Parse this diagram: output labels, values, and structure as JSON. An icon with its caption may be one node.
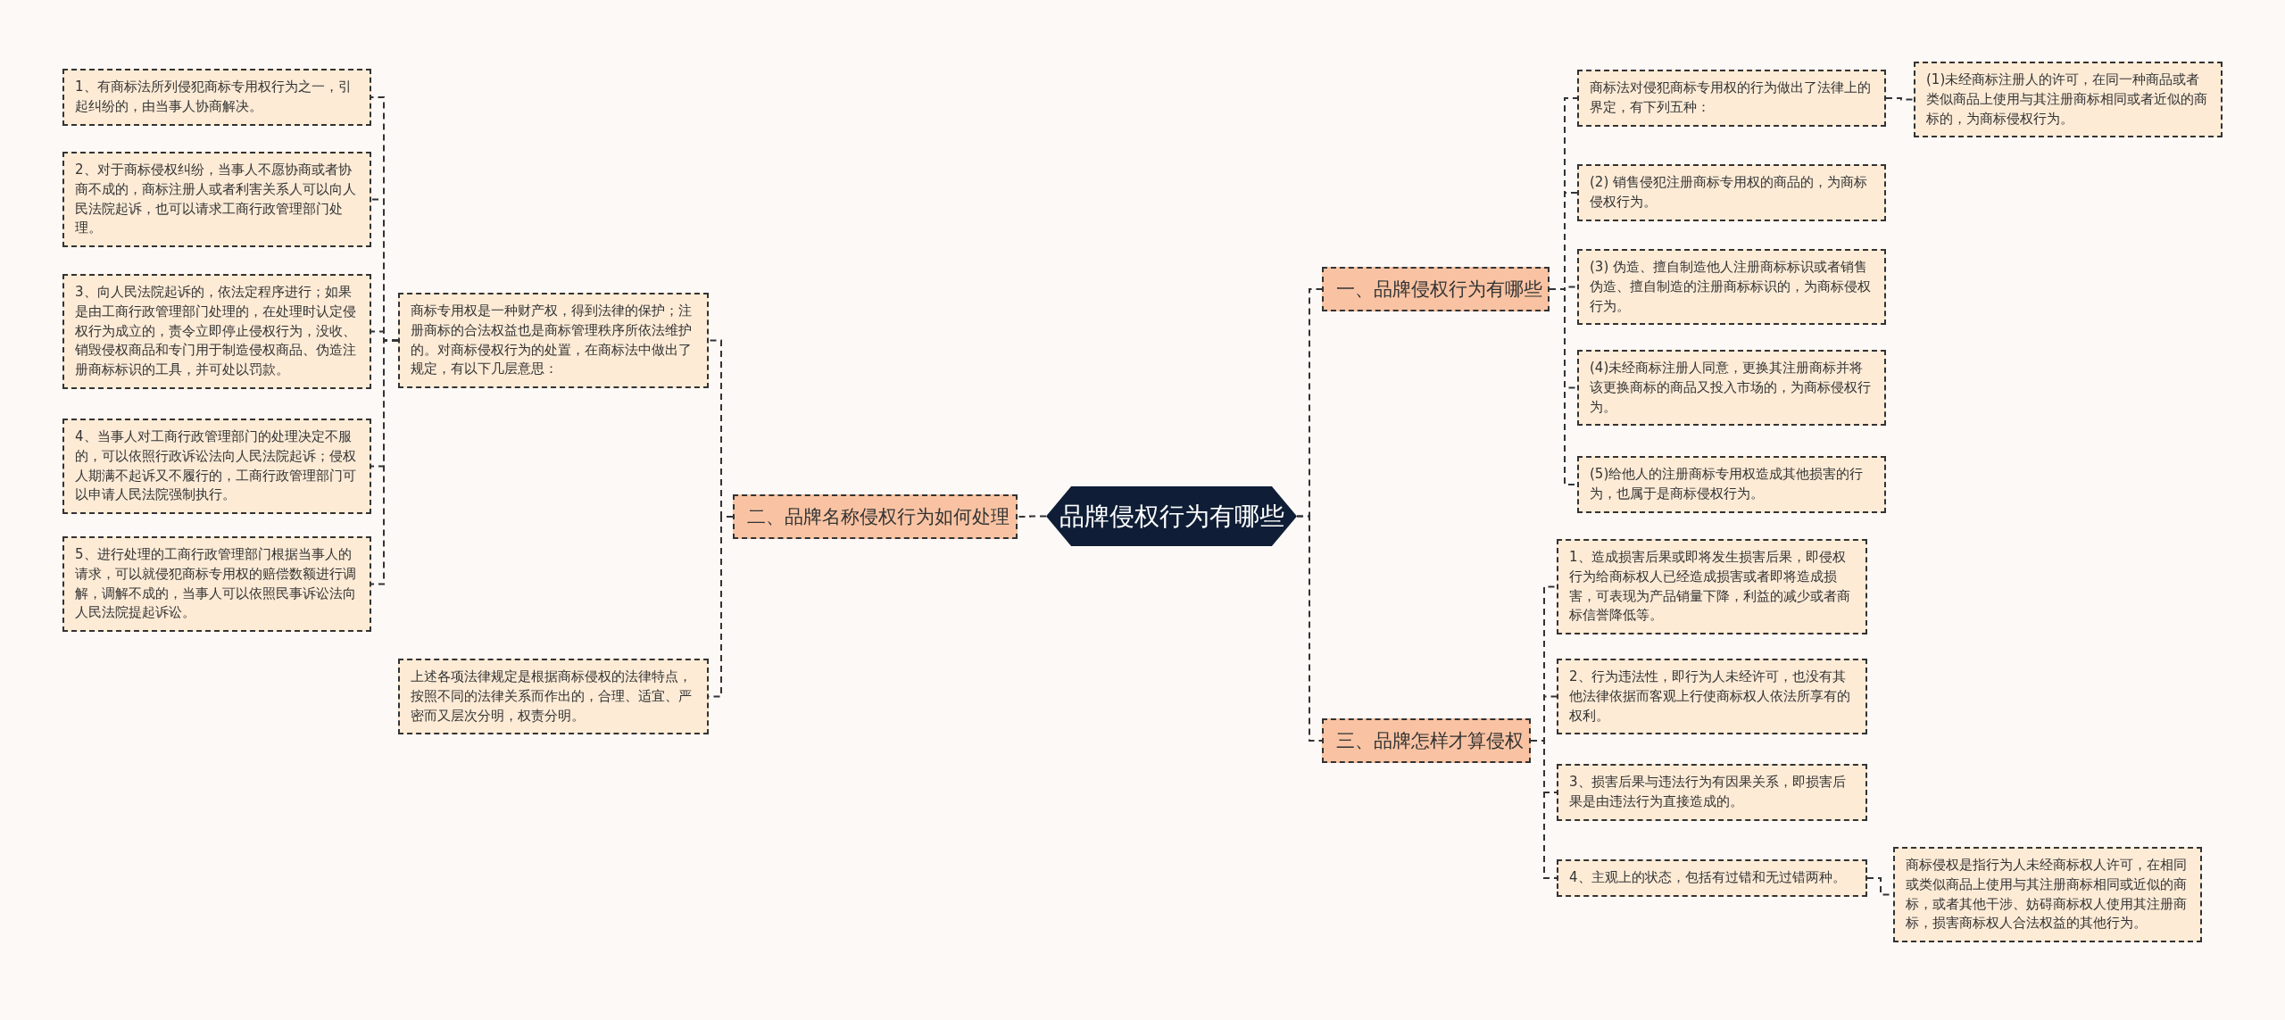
{
  "diagram": {
    "nodes": [
      {
        "text": [
          "品牌侵权行为有哪些"
        ]
      },
      {
        "text": [
          "一、品牌侵权行为有哪些"
        ]
      },
      {
        "text": [
          "商标法对侵犯商标专用权的行为做出了法律上的界定，有下列五种："
        ]
      },
      {
        "text": [
          "(1)未经商标注册人的许可，在同一种商品或者类似商品上使用与其注册商标相同或者近似的商标的，为商标侵权行为。"
        ]
      },
      {
        "text": [
          "(2) 销售侵犯注册商标专用权的商品的，为商标侵权行为。"
        ]
      },
      {
        "text": [
          "(3) 伪造、擅自制造他人注册商标标识或者销售伪造、擅自制造的注册商标标识的，为商标侵权行为。"
        ]
      },
      {
        "text": [
          "(4)未经商标注册人同意，更换其注册商标并将该更换商标的商品又投入市场的，为商标侵权行为。"
        ]
      },
      {
        "text": [
          "(5)给他人的注册商标专用权造成其他损害的行为，也属于是商标侵权行为。"
        ]
      },
      {
        "text": [
          "二、品牌名称侵权行为如何处理"
        ]
      },
      {
        "text": [
          "商标专用权是一种财产权，得到法律的保护；注册商标的合法权益也是商标管理秩序所依法维护的。对商标侵权行为的处置，在商标法中做出了规定，有以下几层意思："
        ]
      },
      {
        "text": [
          "1、有商标法所列侵犯商标专用权行为之一，引起纠纷的，由当事人协商解决。"
        ]
      },
      {
        "text": [
          "2、对于商标侵权纠纷，当事人不愿协商或者协商不成的，商标注册人或者利害关系人可以向人民法院起诉，也可以请求工商行政管理部门处理。"
        ]
      },
      {
        "text": [
          "3、向人民法院起诉的，依法定程序进行；如果是由工商行政管理部门处理的，在处理时认定侵权行为成立的，责令立即停止侵权行为，没收、销毁侵权商品和专门用于制造侵权商品、伪造注册商标标识的工具，并可处以罚款。"
        ]
      },
      {
        "text": [
          "4、当事人对工商行政管理部门的处理决定不服的，可以依照行政诉讼法向人民法院起诉；侵权人期满不起诉又不履行的，工商行政管理部门可以申请人民法院强制执行。"
        ]
      },
      {
        "text": [
          "5、进行处理的工商行政管理部门根据当事人的请求，可以就侵犯商标专用权的赔偿数额进行调解，调解不成的，当事人可以依照民事诉讼法向人民法院提起诉讼。"
        ]
      },
      {
        "text": [
          "上述各项法律规定是根据商标侵权的法律特点，按照不同的法律关系而作出的，合理、适宜、严密而又层次分明，权责分明。"
        ]
      },
      {
        "text": [
          "三、品牌怎样才算侵权"
        ]
      },
      {
        "text": [
          "1、造成损害后果或即将发生损害后果，即侵权行为给商标权人已经造成损害或者即将造成损害，可表现为产品销量下降，利益的减少或者商标信誉降低等。"
        ]
      },
      {
        "text": [
          "2、行为违法性，即行为人未经许可，也没有其他法律依据而客观上行使商标权人依法所享有的权利。"
        ]
      },
      {
        "text": [
          "3、损害后果与违法行为有因果关系，即损害后果是由违法行为直接造成的。"
        ]
      },
      {
        "text": [
          "4、主观上的状态，包括有过错和无过错两种。"
        ]
      },
      {
        "text": [
          "商标侵权是指行为人未经商标权人许可，在相同或类似商品上使用与其注册商标相同或近似的商标，或者其他干涉、妨碍商标权人使用其注册商标，损害商标权人合法权益的其他行为。"
        ]
      }
    ],
    "edges": [
      {
        "from": 0,
        "to": 1,
        "arrow": "none"
      },
      {
        "from": 0,
        "to": 8,
        "arrow": "none"
      },
      {
        "from": 0,
        "to": 16,
        "arrow": "none"
      },
      {
        "from": 1,
        "to": 2,
        "arrow": "none"
      },
      {
        "from": 2,
        "to": 3,
        "arrow": "none"
      },
      {
        "from": 1,
        "to": 4,
        "arrow": "none"
      },
      {
        "from": 1,
        "to": 5,
        "arrow": "none"
      },
      {
        "from": 1,
        "to": 6,
        "arrow": "none"
      },
      {
        "from": 1,
        "to": 7,
        "arrow": "none"
      },
      {
        "from": 8,
        "to": 9,
        "arrow": "none"
      },
      {
        "from": 9,
        "to": 10,
        "arrow": "none"
      },
      {
        "from": 9,
        "to": 11,
        "arrow": "none"
      },
      {
        "from": 9,
        "to": 12,
        "arrow": "none"
      },
      {
        "from": 9,
        "to": 13,
        "arrow": "none"
      },
      {
        "from": 9,
        "to": 14,
        "arrow": "none"
      },
      {
        "from": 8,
        "to": 15,
        "arrow": "none"
      },
      {
        "from": 16,
        "to": 17,
        "arrow": "none"
      },
      {
        "from": 16,
        "to": 18,
        "arrow": "none"
      },
      {
        "from": 16,
        "to": 19,
        "arrow": "none"
      },
      {
        "from": 16,
        "to": 20,
        "arrow": "none"
      },
      {
        "from": 20,
        "to": 21,
        "arrow": "none"
      }
    ]
  }
}
